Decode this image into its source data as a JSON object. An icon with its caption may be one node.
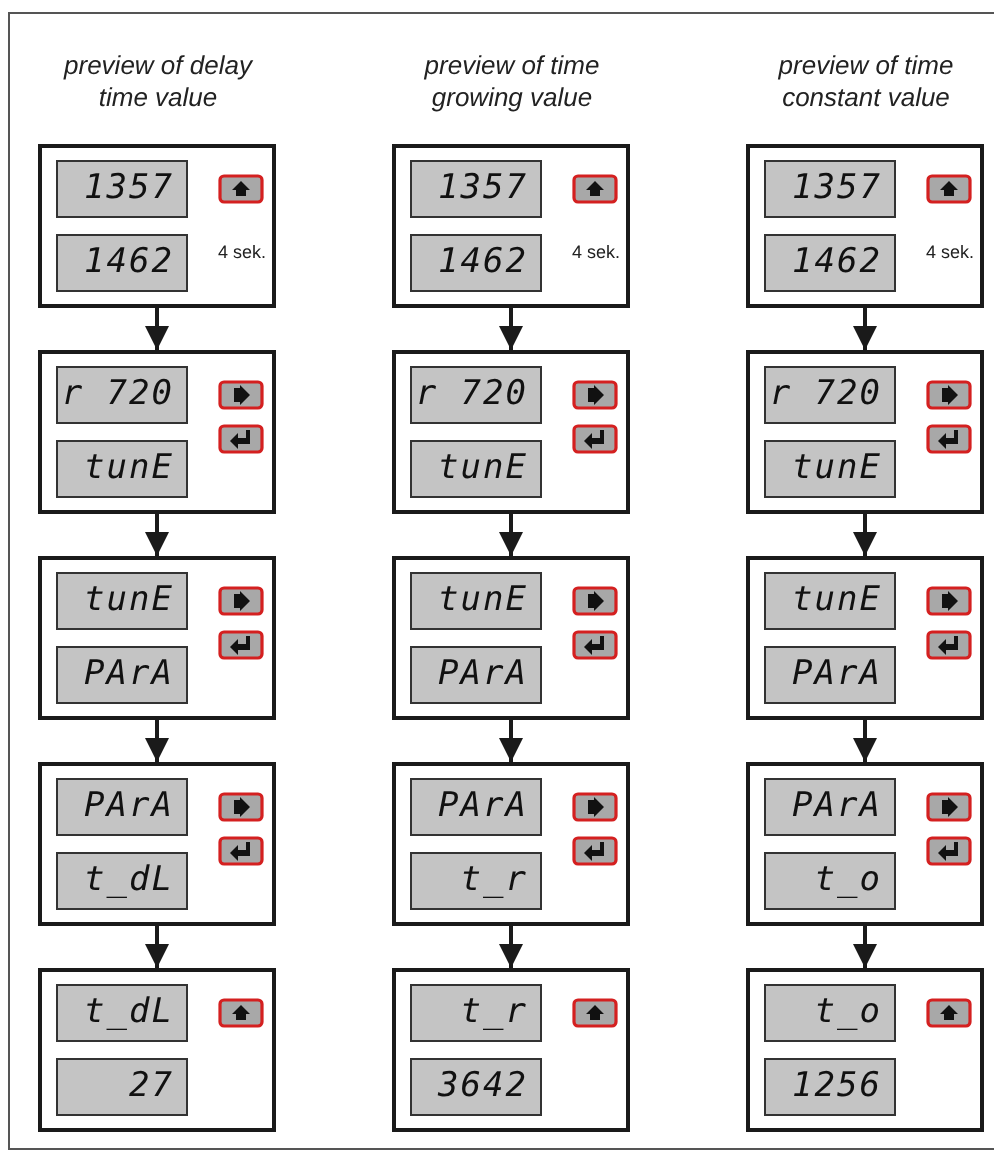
{
  "diagram": {
    "nodes": [
      {
        "text": [
          "1357",
          "1462",
          "4 sek."
        ]
      },
      {
        "text": [
          "r 720",
          "tunE"
        ]
      },
      {
        "text": [
          "tunE",
          "PArA"
        ]
      },
      {
        "text": [
          "PArA",
          "t_dL"
        ]
      },
      {
        "text": [
          "t_dL",
          "27"
        ]
      },
      {
        "text": [
          "1357",
          "1462",
          "4 sek."
        ]
      },
      {
        "text": [
          "r 720",
          "tunE"
        ]
      },
      {
        "text": [
          "tunE",
          "PArA"
        ]
      },
      {
        "text": [
          "PArA",
          "t_r"
        ]
      },
      {
        "text": [
          "t_r",
          "3642"
        ]
      },
      {
        "text": [
          "1357",
          "1462",
          "4 sek."
        ]
      },
      {
        "text": [
          "r 720",
          "tunE"
        ]
      },
      {
        "text": [
          "tunE",
          "PArA"
        ]
      },
      {
        "text": [
          "PArA",
          "t_o"
        ]
      },
      {
        "text": [
          "t_o",
          "1256"
        ]
      }
    ],
    "edges": [
      {
        "from": 0,
        "to": 1,
        "arrow": "to"
      },
      {
        "from": 1,
        "to": 2,
        "arrow": "to"
      },
      {
        "from": 2,
        "to": 3,
        "arrow": "to"
      },
      {
        "from": 3,
        "to": 4,
        "arrow": "to"
      },
      {
        "from": 5,
        "to": 6,
        "arrow": "to"
      },
      {
        "from": 6,
        "to": 7,
        "arrow": "to"
      },
      {
        "from": 7,
        "to": 8,
        "arrow": "to"
      },
      {
        "from": 8,
        "to": 9,
        "arrow": "to"
      },
      {
        "from": 10,
        "to": 11,
        "arrow": "to"
      },
      {
        "from": 11,
        "to": 12,
        "arrow": "to"
      },
      {
        "from": 12,
        "to": 13,
        "arrow": "to"
      },
      {
        "from": 13,
        "to": 14,
        "arrow": "to"
      }
    ],
    "labels": [
      "preview of delay time value",
      "preview of time growing value",
      "preview of time constant value"
    ]
  }
}
